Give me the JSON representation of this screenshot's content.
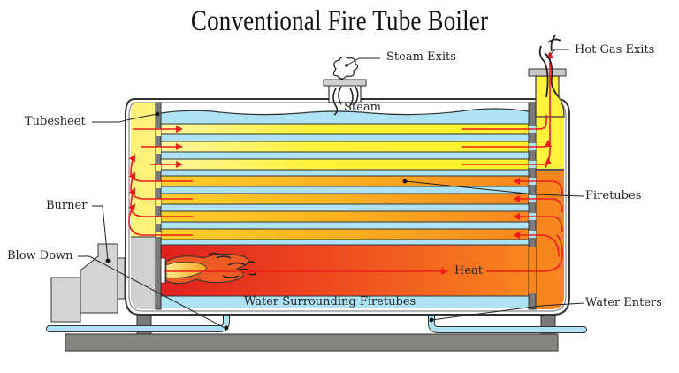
{
  "title": "Conventional Fire Tube Boiler",
  "labels": {
    "steam_exits": "Steam Exits",
    "hot_gas_exits": "Hot Gas Exits",
    "tubesheet": "Tubesheet",
    "burner": "Burner",
    "blow_down": "Blow Down",
    "firetubes": "Firetubes",
    "heat": "Heat",
    "water_surrounding": "Water Surrounding Firetubes",
    "water_enters": "Water Enters",
    "steam": "Steam"
  },
  "colors": {
    "water": "#aee3f5",
    "firetube_yellow": "#fff23a",
    "firetube_orange": "#f9a11b",
    "furnace_red": "#e2261f",
    "furnace_orange": "#f7861f",
    "chamber_yellow": "#fff27a",
    "shell_gray": "#c8c8c8",
    "tubesheet_gray": "#7a7a7a",
    "base_gray": "#868681",
    "arrow_red": "#ee1c1c"
  }
}
